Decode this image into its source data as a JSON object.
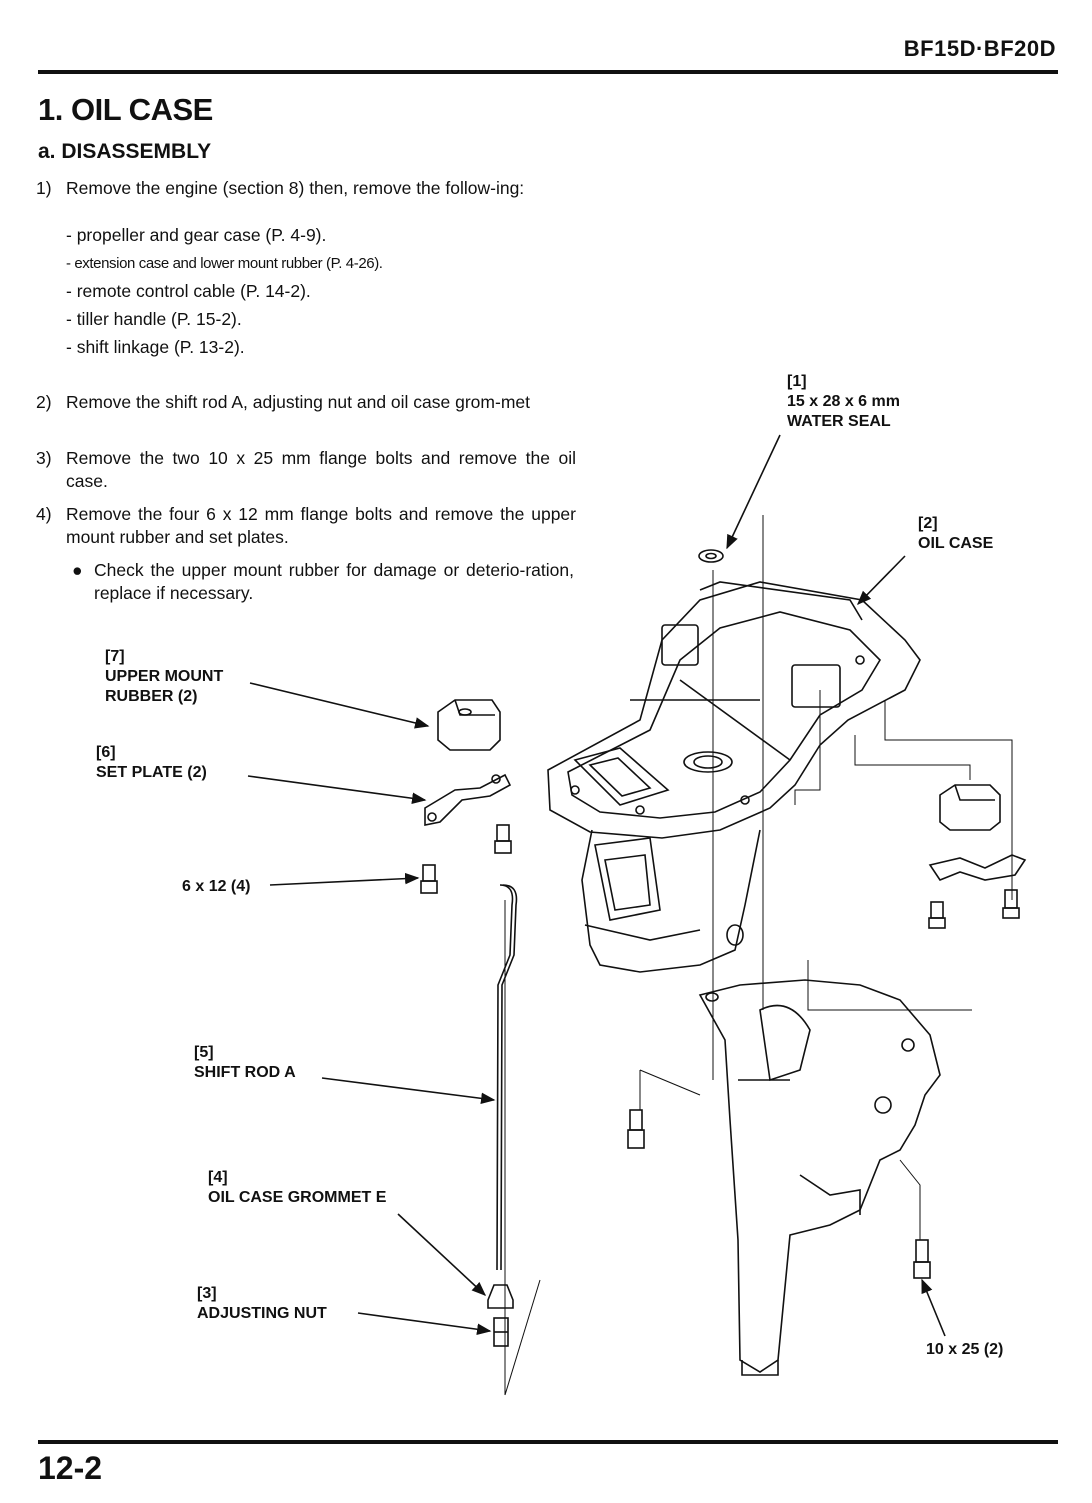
{
  "header": {
    "model": "BF15D·BF20D"
  },
  "section": {
    "title": "1. OIL CASE",
    "subtitle": "a. DISASSEMBLY"
  },
  "steps": [
    {
      "num": "1)",
      "text": "Remove the engine (section 8) then, remove the follow-ing:"
    },
    {
      "num": "2)",
      "text": "Remove the shift rod A, adjusting nut and oil case grom-met"
    },
    {
      "num": "3)",
      "text": "Remove the two 10 x 25 mm flange bolts and remove the oil case."
    },
    {
      "num": "4)",
      "text": "Remove the four 6 x 12 mm flange bolts and remove the upper mount rubber and set plates."
    }
  ],
  "sub_items": [
    "- propeller and gear case (P. 4-9).",
    "- extension case and lower mount rubber (P. 4-26).",
    "- remote control cable (P. 14-2).",
    "- tiller handle (P. 15-2).",
    "- shift linkage (P. 13-2)."
  ],
  "note": "Check the upper mount rubber for damage or deterio-ration, replace if necessary.",
  "labels": {
    "water_seal": {
      "ref": "[1]",
      "size": "15 x 28 x 6 mm",
      "name": "WATER SEAL"
    },
    "oil_case": {
      "ref": "[2]",
      "name": "OIL CASE"
    },
    "adjusting_nut": {
      "ref": "[3]",
      "name": "ADJUSTING NUT"
    },
    "grommet": {
      "ref": "[4]",
      "name": "OIL CASE GROMMET E"
    },
    "shift_rod": {
      "ref": "[5]",
      "name": "SHIFT ROD A"
    },
    "set_plate": {
      "ref": "[6]",
      "name": "SET PLATE (2)"
    },
    "upper_mount": {
      "ref": "[7]",
      "name1": "UPPER MOUNT",
      "name2": "RUBBER (2)"
    },
    "bolts_small": "6 x 12 (4)",
    "bolts_large": "10 x 25 (2)"
  },
  "footer": {
    "page": "12-2"
  }
}
